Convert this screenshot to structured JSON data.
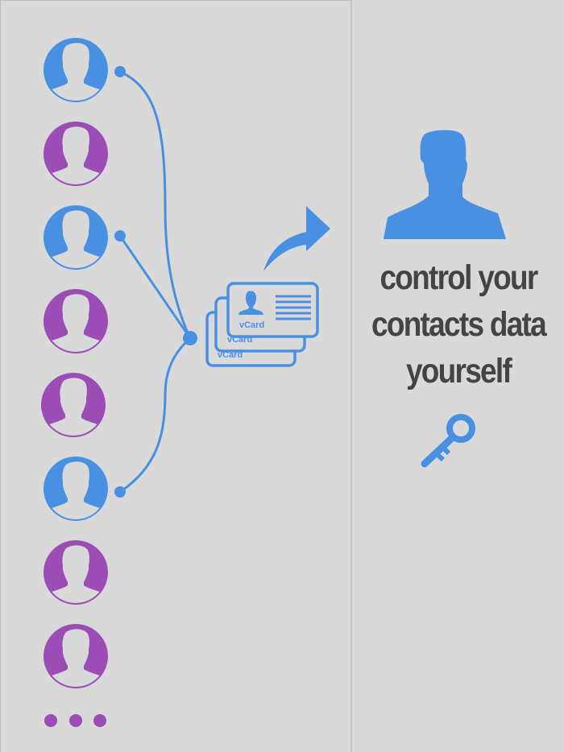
{
  "colors": {
    "background": "#d9d9d9",
    "blue": "#4a90e2",
    "purple": "#9b4db5",
    "text": "#444444"
  },
  "contacts": [
    {
      "color": "blue",
      "linked": true
    },
    {
      "color": "purple",
      "linked": false
    },
    {
      "color": "blue",
      "linked": true
    },
    {
      "color": "purple",
      "linked": false
    },
    {
      "color": "purple",
      "linked": false
    },
    {
      "color": "blue",
      "linked": true
    },
    {
      "color": "purple",
      "linked": false
    },
    {
      "color": "purple",
      "linked": false
    }
  ],
  "more_indicator": "ellipsis-dots",
  "vcards": {
    "labels": [
      "vCard",
      "vCard",
      "vCard"
    ]
  },
  "icons": {
    "export_arrow": "curved-arrow-right-icon",
    "user": "user-silhouette-icon",
    "key": "key-icon"
  },
  "tagline": {
    "line1": "control your",
    "line2": "contacts data",
    "line3": "yourself"
  }
}
